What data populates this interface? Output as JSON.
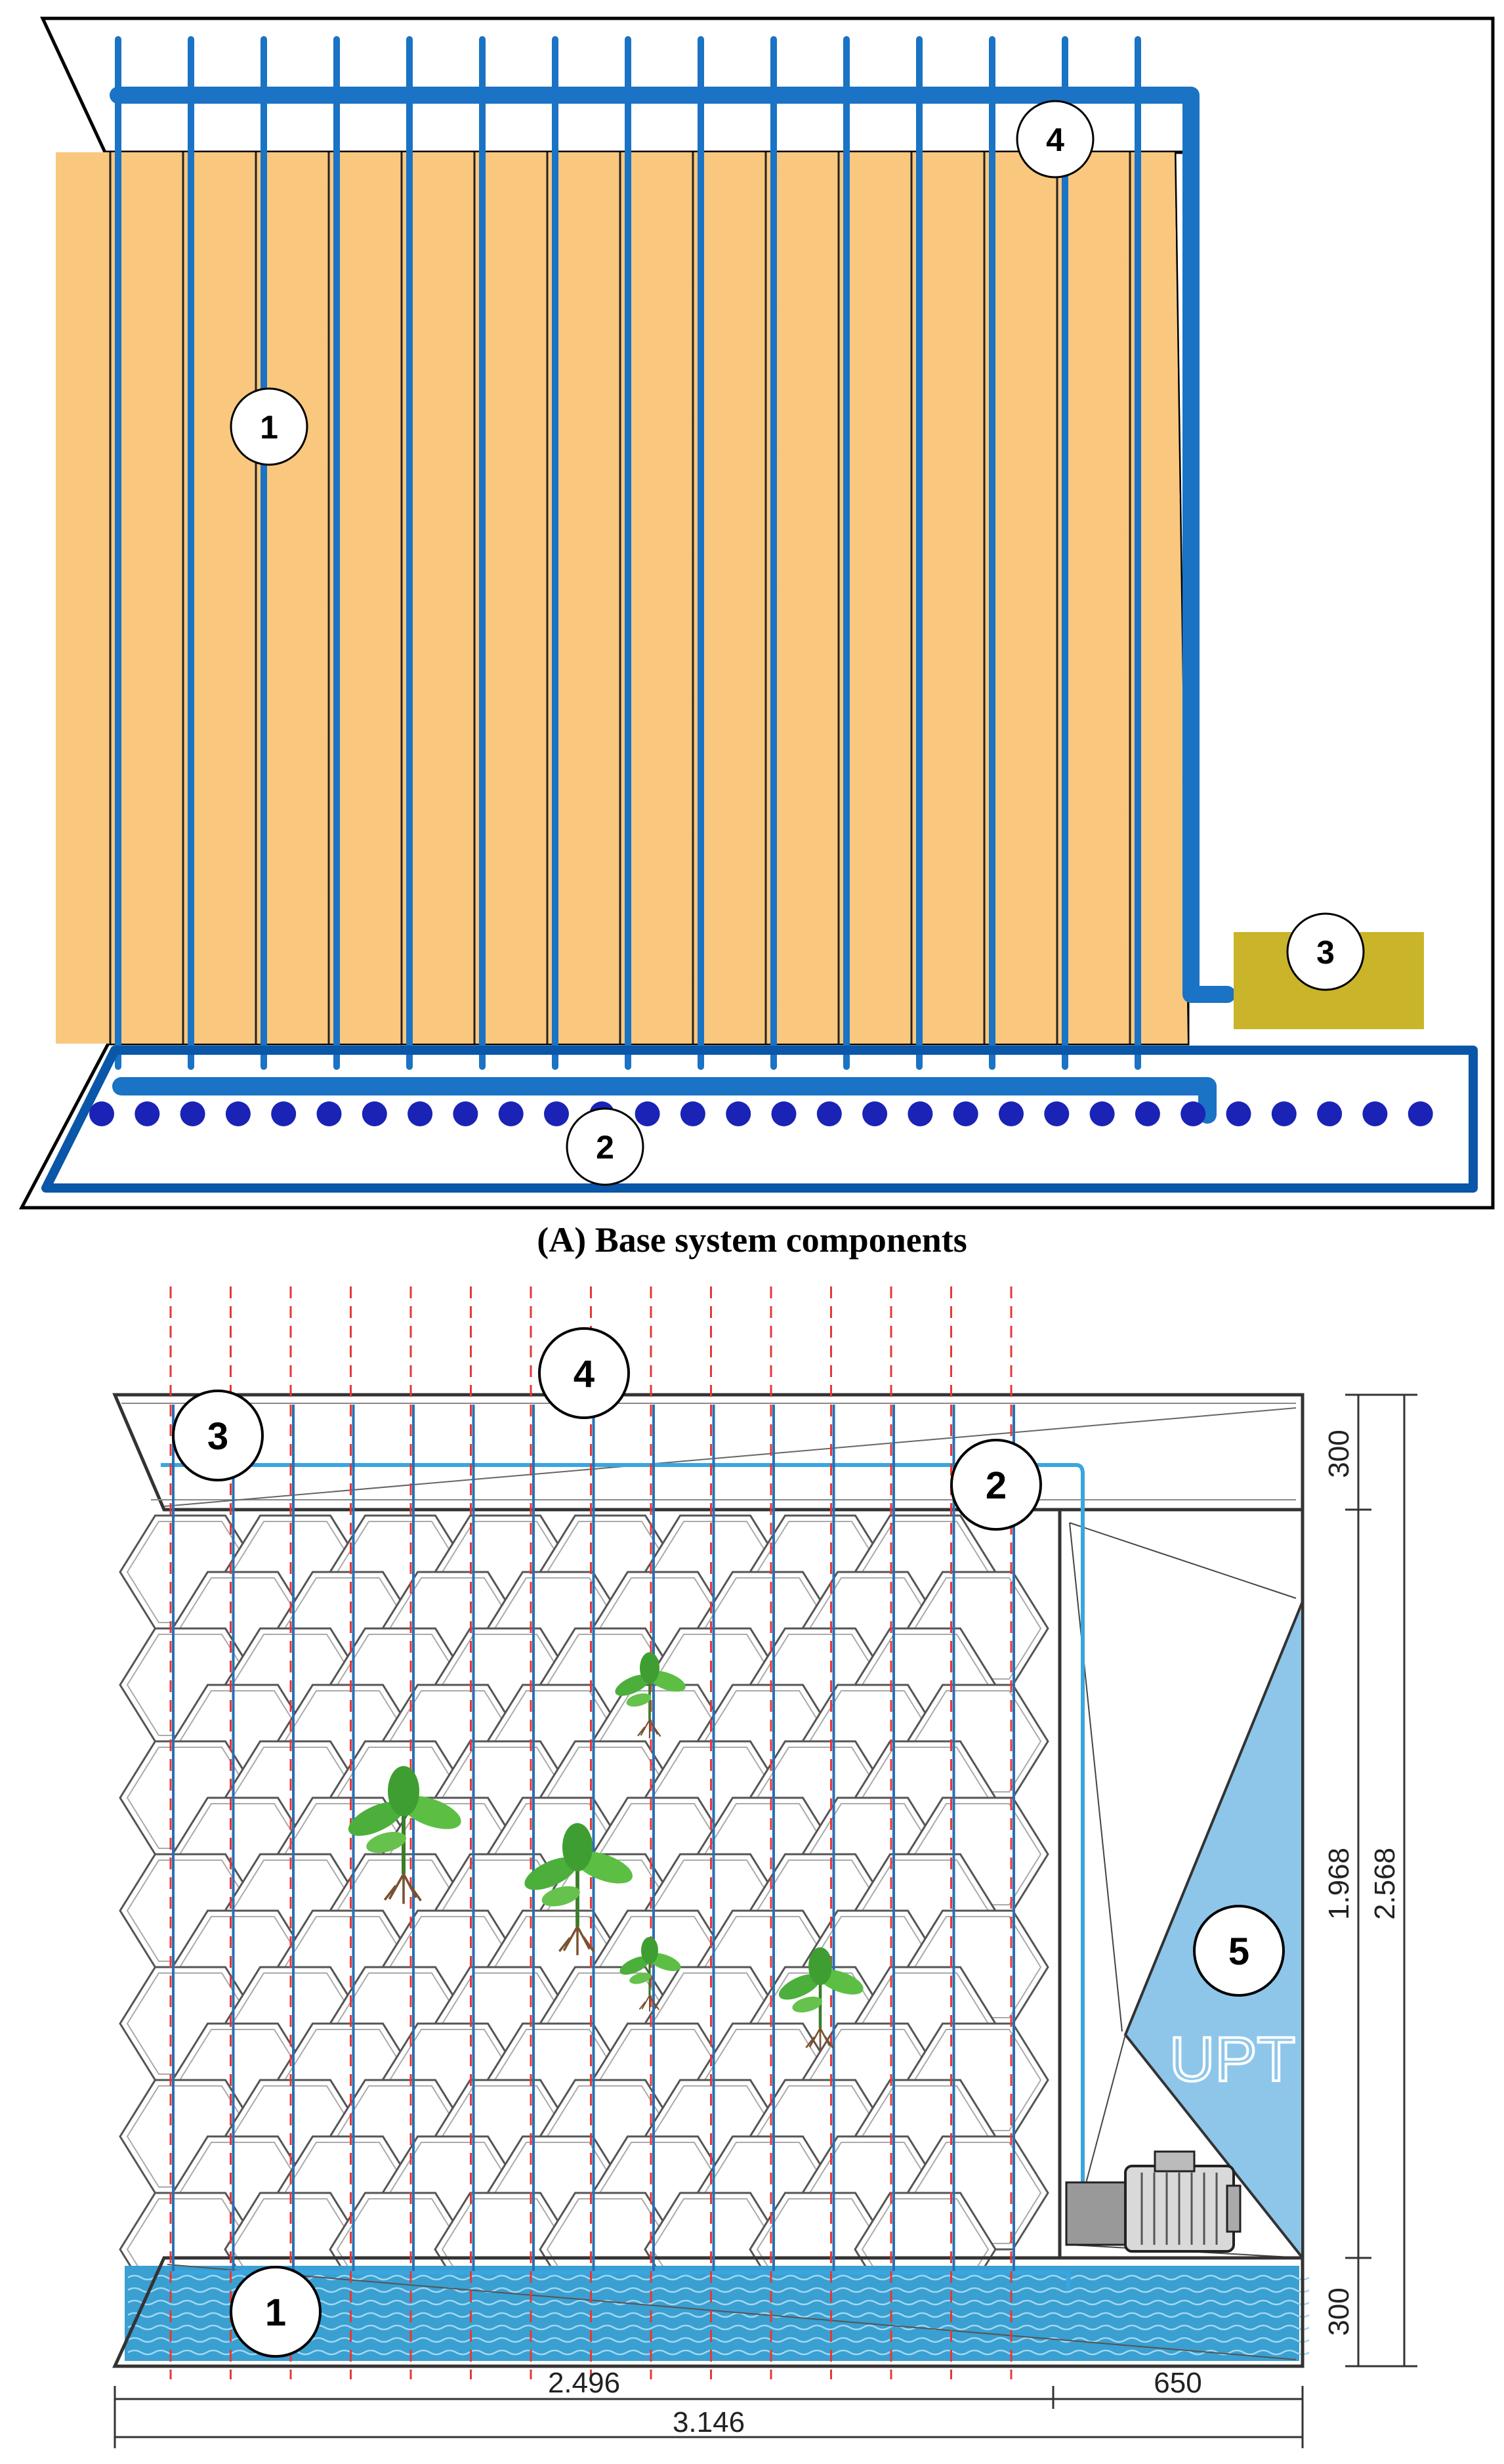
{
  "diagram_a": {
    "caption": "(A) Base system components",
    "callouts": [
      "1",
      "2",
      "3",
      "4"
    ]
  },
  "diagram_b": {
    "callouts": [
      "1",
      "2",
      "3",
      "4",
      "5"
    ],
    "tank_label": "UPT",
    "dimensions": {
      "width_wall": "2.496",
      "width_side": "650",
      "width_total": "3.146",
      "height_top": "300",
      "height_mid": "1.968",
      "height_bottom": "300",
      "height_total": "2.568"
    }
  },
  "colors": {
    "hex_fill": "#f9c77e",
    "pipe_blue": "#1a73c4",
    "dark_blue": "#0a56a8",
    "dot_blue": "#1a23b5",
    "pump_box": "#c9b42a",
    "tank_fill": "#8ec6ea",
    "water": "#3a9fd1",
    "dashed_red": "#e53935"
  }
}
